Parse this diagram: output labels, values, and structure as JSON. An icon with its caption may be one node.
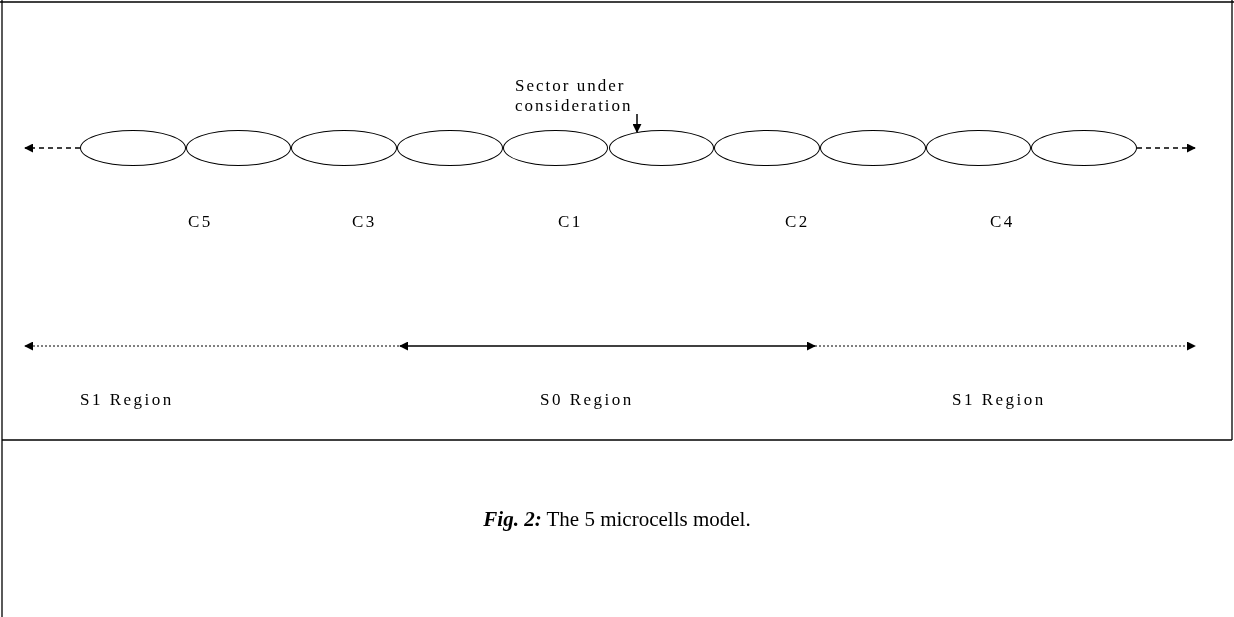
{
  "diagram": {
    "caption": "**Fig. 2:** The 5 microcells model.",
    "nodes": [
      {
        "text": [
          "Sector under consideration"
        ]
      },
      {
        "text": [],
        "shape": "ellipse"
      },
      {
        "text": [],
        "shape": "ellipse"
      },
      {
        "text": [],
        "shape": "ellipse"
      },
      {
        "text": [],
        "shape": "ellipse"
      },
      {
        "text": [],
        "shape": "ellipse"
      },
      {
        "text": [],
        "shape": "ellipse"
      },
      {
        "text": [],
        "shape": "ellipse"
      },
      {
        "text": [],
        "shape": "ellipse"
      },
      {
        "text": [],
        "shape": "ellipse"
      },
      {
        "text": [],
        "shape": "ellipse"
      }
    ],
    "edges": [
      {
        "from": 0,
        "to": 6,
        "arrow": "to"
      },
      {
        "from": 1,
        "to": null,
        "arrow": "to",
        "style": "dashed"
      },
      {
        "from": 10,
        "to": null,
        "arrow": "to",
        "style": "dashed"
      }
    ],
    "labels": [
      "C5",
      "C3",
      "C1",
      "C2",
      "C4",
      "S1 Region",
      "S0 Region",
      "S1 Region"
    ]
  }
}
